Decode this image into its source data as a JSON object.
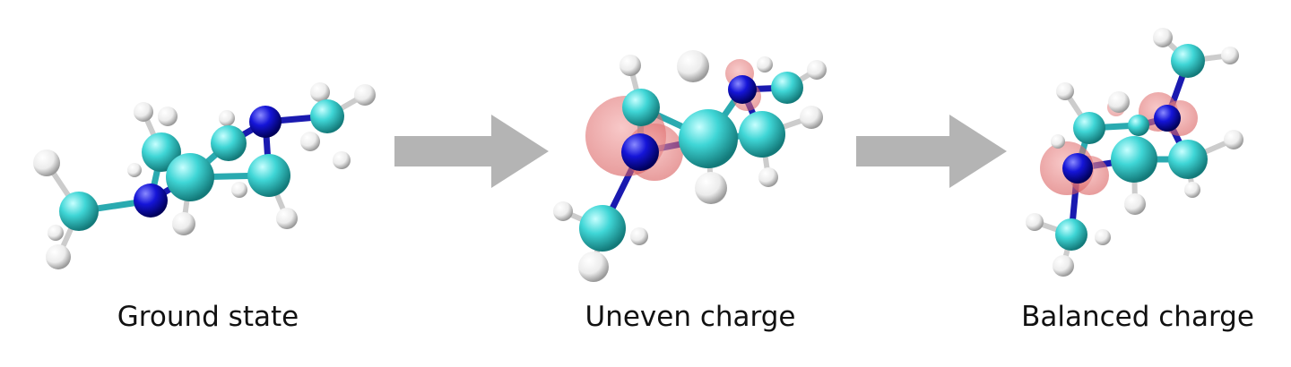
{
  "panels": [
    {
      "id": "ground",
      "caption": "Ground state",
      "charge_lobes": false
    },
    {
      "id": "uneven",
      "caption": "Uneven charge",
      "charge_lobes": true
    },
    {
      "id": "balanced",
      "caption": "Balanced charge",
      "charge_lobes": true
    }
  ],
  "colors": {
    "carbon": "#3fd6d6",
    "nitrogen": "#1010d0",
    "hydrogen": "#f2f2f2",
    "charge_cloud": "#e87878",
    "arrow": "#b4b4b4",
    "caption": "#111111"
  }
}
